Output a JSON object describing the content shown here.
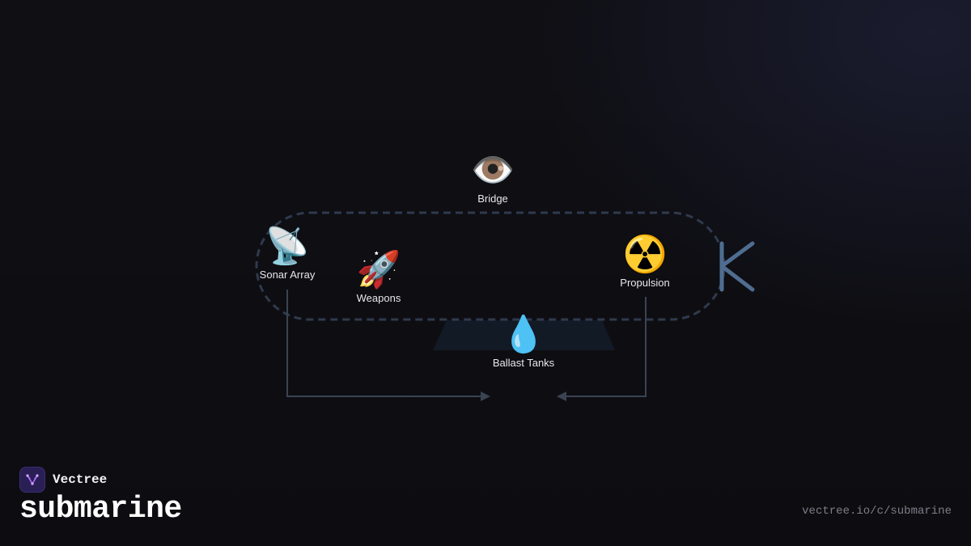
{
  "brand": {
    "name": "Vectree",
    "logo_icon": "vectree-logo-icon",
    "logo_color": "#b06cff"
  },
  "title": "submarine",
  "url": "vectree.io/c/submarine",
  "colors": {
    "background": "#0f0f14",
    "loop": "#2f3a4d",
    "connector": "#3a4352",
    "k_glyph": "#4f6d91",
    "trapezoid": "#121a26"
  },
  "nodes": {
    "bridge": {
      "label": "Bridge",
      "icon": "👁️",
      "icon_name": "eye-icon"
    },
    "sonar": {
      "label": "Sonar Array",
      "icon": "📡",
      "icon_name": "satellite-dish-icon"
    },
    "weapons": {
      "label": "Weapons",
      "icon": "🚀",
      "icon_name": "rocket-icon"
    },
    "propulsion": {
      "label": "Propulsion",
      "icon": "☢️",
      "icon_name": "radioactive-icon"
    },
    "ballast": {
      "label": "Ballast Tanks",
      "icon": "💧",
      "icon_name": "droplet-icon"
    }
  },
  "decor": {
    "k_glyph": "k-glyph-icon"
  }
}
